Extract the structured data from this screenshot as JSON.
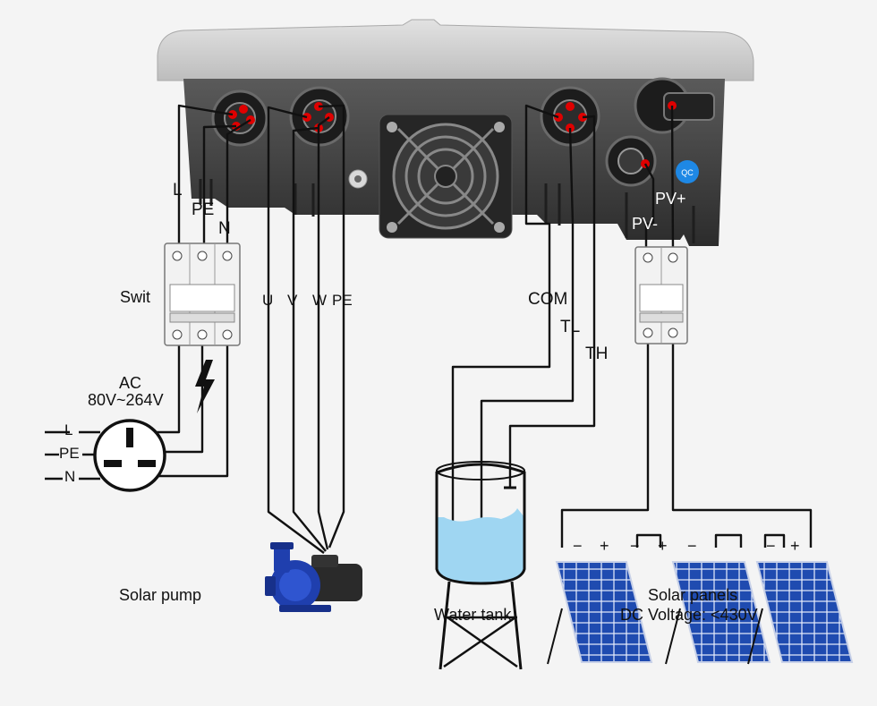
{
  "inverter": {
    "left_terminals": [
      "L",
      "PE",
      "N"
    ],
    "pump_terminals": [
      "U",
      "V",
      "W",
      "PE"
    ],
    "sensor_terminals": [
      "COM",
      "TL",
      "TH"
    ],
    "pv_positive": "PV+",
    "pv_negative": "PV-",
    "badge_text": "QC"
  },
  "switch_label": "Swit",
  "ac_source": {
    "title": "AC",
    "range": "80V~264V",
    "lines": [
      "L",
      "PE",
      "N"
    ]
  },
  "pump_label": "Solar pump",
  "tank_label": "Water tank",
  "panels": {
    "label": "Solar panels",
    "voltage": "DC Voltage: <430V",
    "polarity": [
      "−",
      "+",
      "−",
      "+",
      "−",
      "−",
      "+"
    ]
  },
  "colors": {
    "connector_dot": "#e00000",
    "pump_blue": "#1f3fae",
    "water": "#9fd6f2",
    "panel_blue": "#1a3f9e",
    "housing": "#d6d6d6",
    "body": "#4a4a4a"
  }
}
